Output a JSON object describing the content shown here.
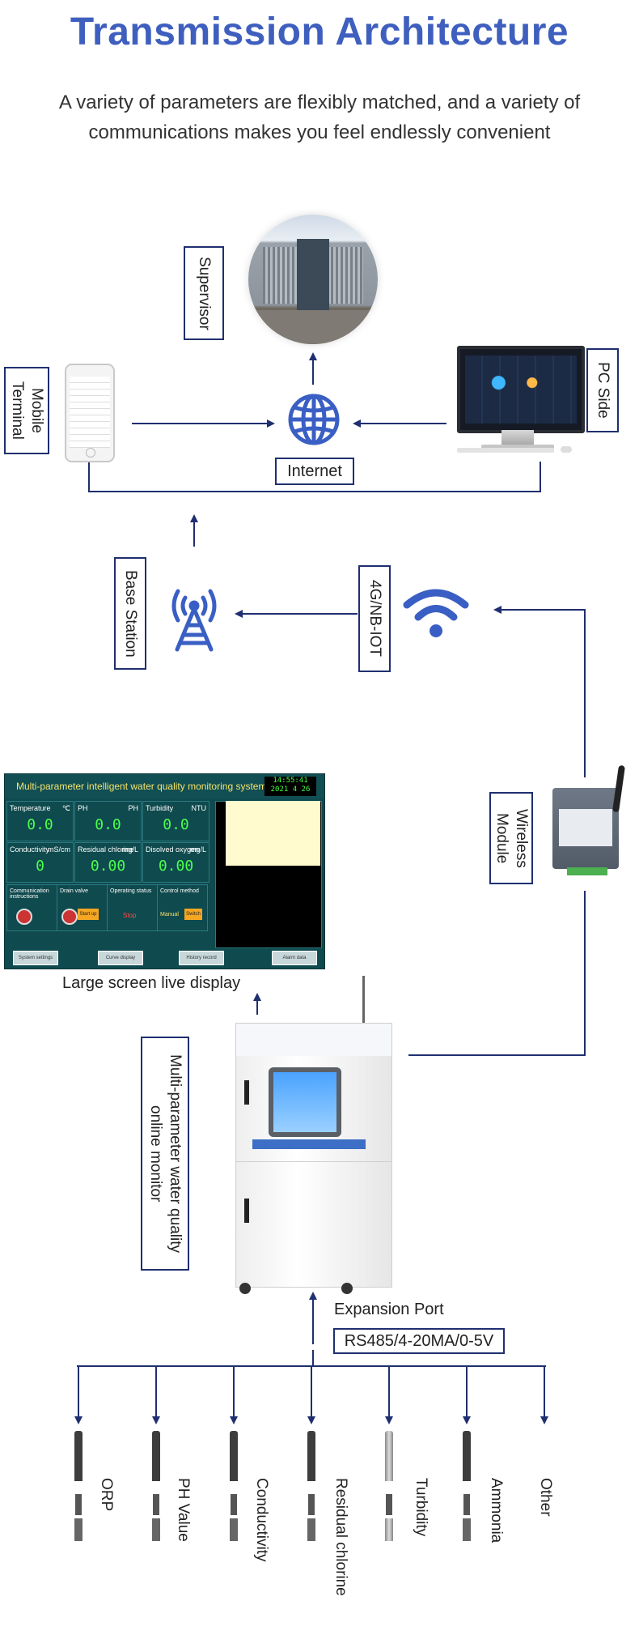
{
  "header": {
    "title": "Transmission Architecture",
    "subtitle": "A variety of parameters are flexibly matched, and a variety of communications makes you feel endlessly convenient"
  },
  "nodes": {
    "supervisor": "Supervisor",
    "mobile_terminal": "Mobile Terminal",
    "pc_side": "PC Side",
    "internet": "Internet",
    "base_station": "Base Station",
    "network": "4G/NB-IOT",
    "wireless_module": "Wireless Module",
    "live_display": "Large screen live display",
    "monitor": "Multi-parameter water quality online monitor",
    "expansion_port": "Expansion Port",
    "signals": "RS485/4-20MA/0-5V"
  },
  "display_panel": {
    "header": "Multi-parameter intelligent water quality monitoring system",
    "clock_time": "14:55:41",
    "clock_date": "2021  4  26",
    "cells": [
      {
        "label": "Temperature",
        "unit": "℃",
        "value": "0.0"
      },
      {
        "label": "PH",
        "unit": "PH",
        "value": "0.0"
      },
      {
        "label": "Turbidity",
        "unit": "NTU",
        "value": "0.0"
      },
      {
        "label": "Conductivity",
        "unit": "mS/cm",
        "value": "0"
      },
      {
        "label": "Residual chlorine",
        "unit": "mg/L",
        "value": "0.00"
      },
      {
        "label": "Disolved oxygen",
        "unit": "mg/L",
        "value": "0.00"
      }
    ],
    "controls": [
      "Communication instructions",
      "Drain valve",
      "Operating status",
      "Control method"
    ],
    "control_states": {
      "drain": "Start up",
      "status": "Stop",
      "method": "Manual",
      "switch": "Switch"
    },
    "buttons": [
      "System settings",
      "Curve display",
      "History record",
      "Alarm data"
    ]
  },
  "sensors": [
    "ORP",
    "PH Value",
    "Conductivity",
    "Residual chlorine",
    "Turbidity",
    "Ammonia",
    "Other"
  ],
  "colors": {
    "title": "#3f5fbf",
    "line": "#1f2f6f",
    "icon_blue": "#3a5fc4",
    "panel_bg": "#0f4a4e"
  },
  "icons": {
    "internet": "globe-icon",
    "base_station": "cell-tower-icon",
    "network": "wifi-icon"
  }
}
